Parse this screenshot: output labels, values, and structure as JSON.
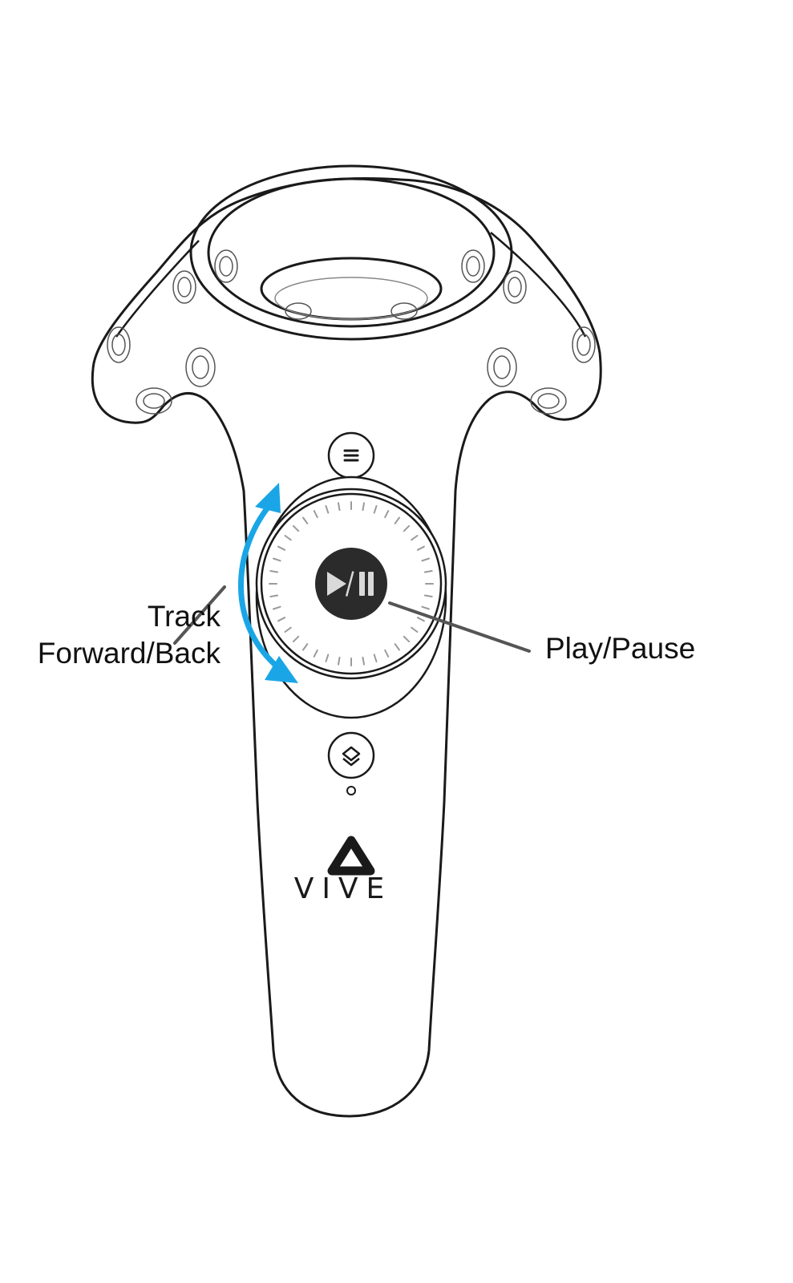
{
  "labels": {
    "track_line1": "Track",
    "track_line2": "Forward/Back",
    "play_pause": "Play/Pause"
  },
  "brand": {
    "text": "VIVE"
  },
  "icons": {
    "menu_button": "menu-icon",
    "trackpad_center": "play-pause-icon",
    "system_button": "system-layers-icon",
    "brand_logo": "vive-logo-icon",
    "gesture": "curved-double-arrow-icon"
  },
  "colors": {
    "outline": "#1a1a1a",
    "accent_arrow": "#1aa6e6",
    "center_button": "#2b2b2b",
    "leader_line": "#555555"
  }
}
